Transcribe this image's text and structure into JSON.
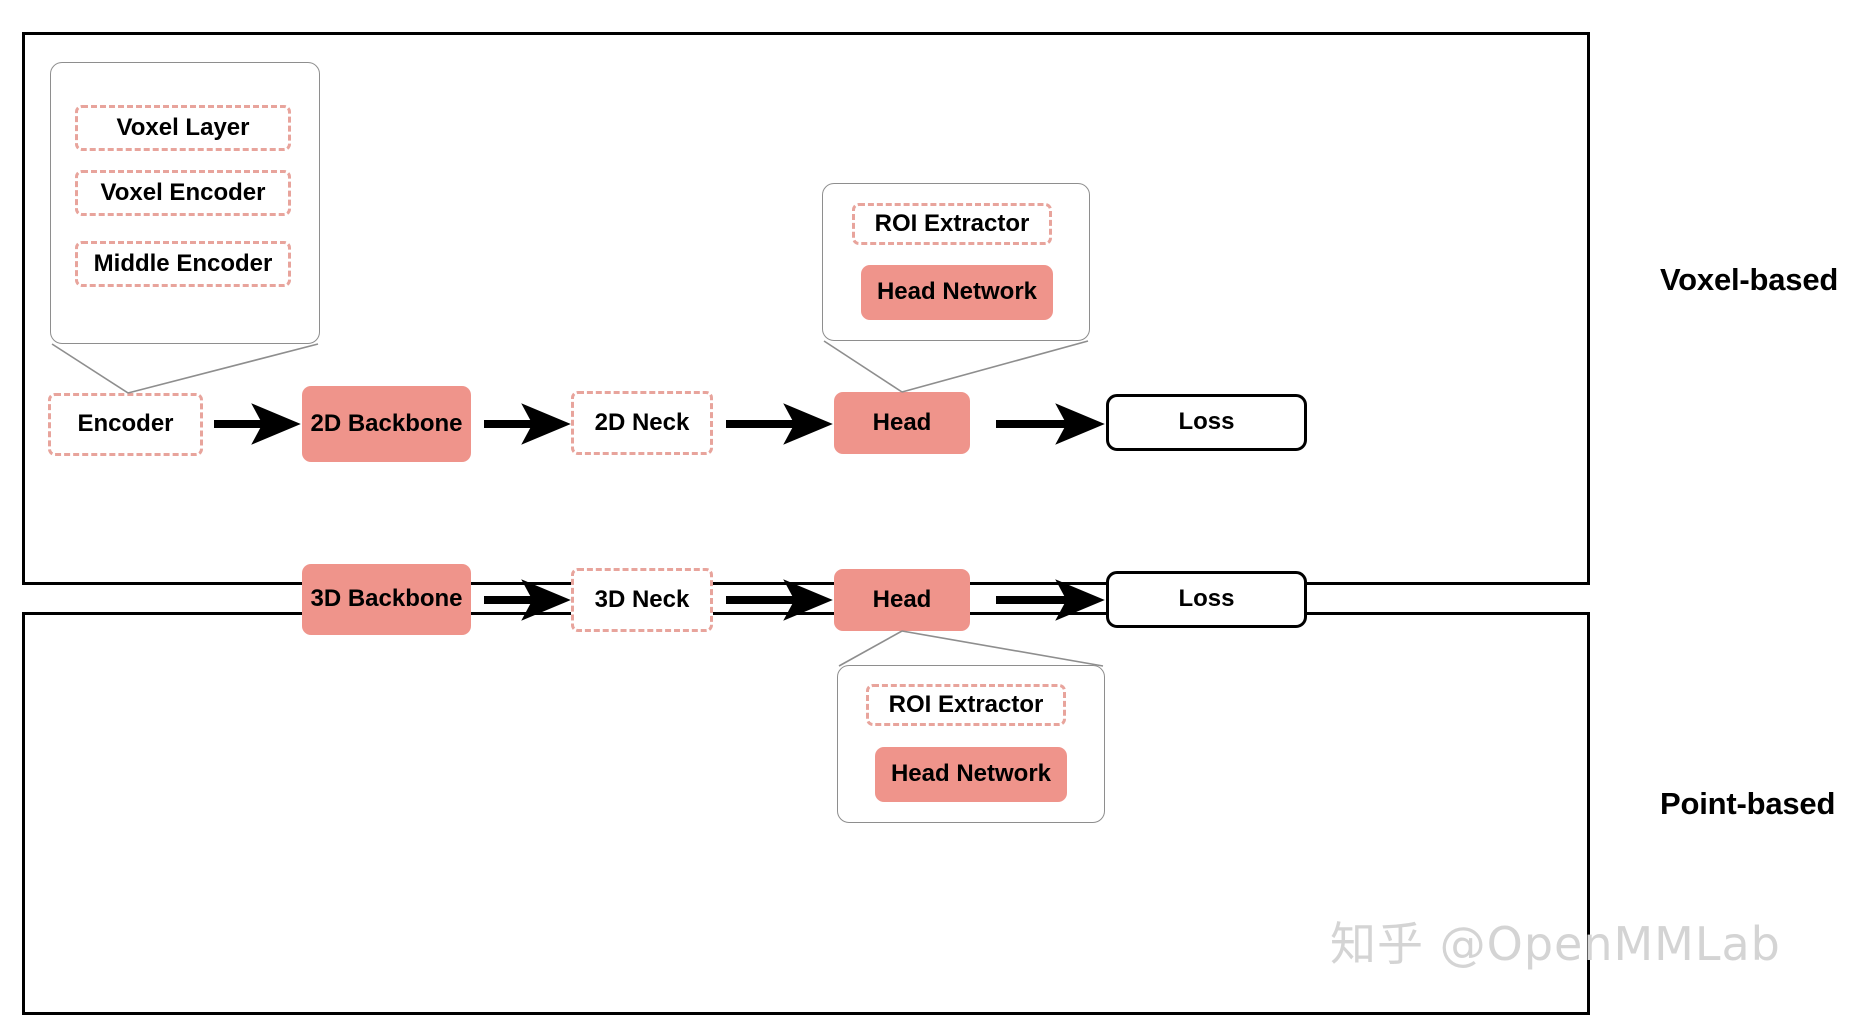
{
  "panels": [
    {
      "id": "voxel",
      "category_label": "Voxel-based",
      "pipeline": [
        {
          "label": "Encoder",
          "style": "dashed"
        },
        {
          "label": "2D Backbone",
          "style": "filled"
        },
        {
          "label": "2D Neck",
          "style": "dashed"
        },
        {
          "label": "Head",
          "style": "filled"
        },
        {
          "label": "Loss",
          "style": "solid"
        }
      ],
      "callouts": [
        {
          "id": "encoder-detail",
          "source": "Encoder",
          "items": [
            {
              "label": "Voxel Layer",
              "style": "dashed"
            },
            {
              "label": "Voxel Encoder",
              "style": "dashed"
            },
            {
              "label": "Middle Encoder",
              "style": "dashed"
            }
          ]
        },
        {
          "id": "head-detail",
          "source": "Head",
          "items": [
            {
              "label": "ROI Extractor",
              "style": "dashed"
            },
            {
              "label": "Head Network",
              "style": "filled"
            }
          ]
        }
      ]
    },
    {
      "id": "point",
      "category_label": "Point-based",
      "pipeline": [
        {
          "label": "3D Backbone",
          "style": "filled"
        },
        {
          "label": "3D Neck",
          "style": "dashed"
        },
        {
          "label": "Head",
          "style": "filled"
        },
        {
          "label": "Loss",
          "style": "solid"
        }
      ],
      "callouts": [
        {
          "id": "head-detail",
          "source": "Head",
          "items": [
            {
              "label": "ROI Extractor",
              "style": "dashed"
            },
            {
              "label": "Head Network",
              "style": "filled"
            }
          ]
        }
      ]
    }
  ],
  "watermark": "知乎 @OpenMMLab",
  "colors": {
    "accent_fill": "#ef948b",
    "accent_dash": "#e8a49c",
    "panel_border": "#000000",
    "callout_border": "#8e8e8e",
    "arrow": "#000000",
    "watermark": "#d4d4d4"
  }
}
